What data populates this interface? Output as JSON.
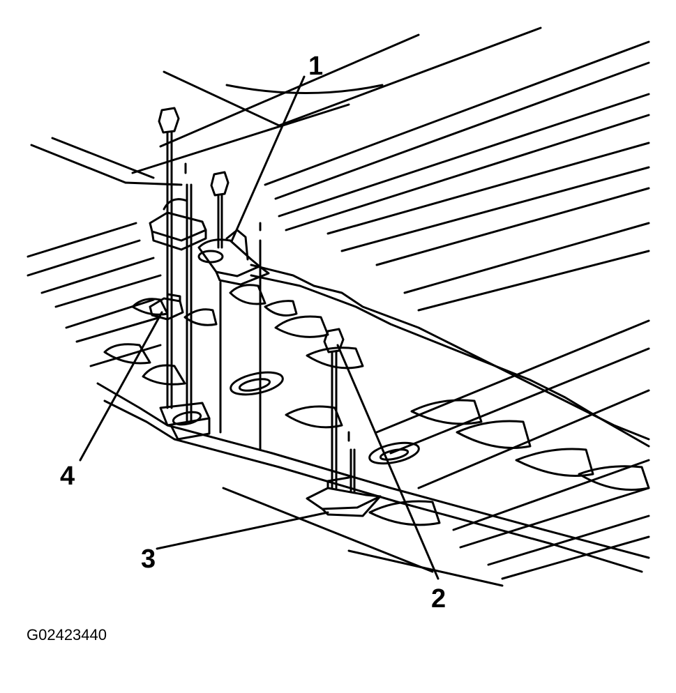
{
  "callouts": {
    "c1": "1",
    "c2": "2",
    "c3": "3",
    "c4": "4"
  },
  "figure_id": "G02423440",
  "parts": {
    "callout_1": "bracket-with-hinge-tab",
    "callout_2": "bolt",
    "callout_3": "floor-mount-bracket",
    "callout_4": "clip-nut"
  },
  "colors": {
    "line": "#000000",
    "background": "#ffffff"
  }
}
